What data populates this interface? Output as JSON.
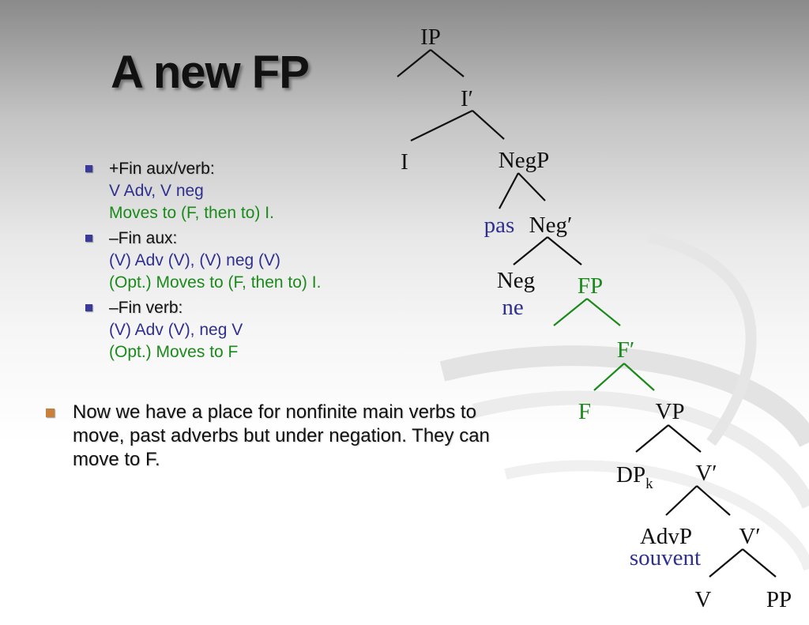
{
  "title": "A new FP",
  "colors": {
    "blue": "#2f2f8f",
    "green": "#1a8a1a",
    "black": "#111111",
    "sub_bullet": "#3a3a9a",
    "main_bullet": "#c8803a"
  },
  "sub_bullets": [
    {
      "heading": "+Fin aux/verb:",
      "order": "V Adv, V neg",
      "movement": "Moves to (F, then to) I."
    },
    {
      "heading": "–Fin aux:",
      "order": "(V) Adv (V), (V) neg (V)",
      "movement": "(Opt.) Moves to (F, then to) I."
    },
    {
      "heading": "–Fin verb:",
      "order": "(V) Adv (V), neg V",
      "movement": "(Opt.) Moves to F"
    }
  ],
  "main_bullet": "Now we have a place for nonfinite main verbs to move, past adverbs but under negation. They can move to F.",
  "tree": {
    "nodes": {
      "ip": "IP",
      "i_bar": "I′",
      "i": "I",
      "negp": "NegP",
      "pas": "pas",
      "neg_bar": "Neg′",
      "neg": "Neg",
      "ne": "ne",
      "fp": "FP",
      "f_bar": "F′",
      "f": "F",
      "vp": "VP",
      "dp": "DP",
      "dp_sub": "k",
      "v_bar_1": "V′",
      "advp": "AdvP",
      "souvent": "souvent",
      "v_bar_2": "V′",
      "v": "V",
      "pp": "PP"
    }
  }
}
